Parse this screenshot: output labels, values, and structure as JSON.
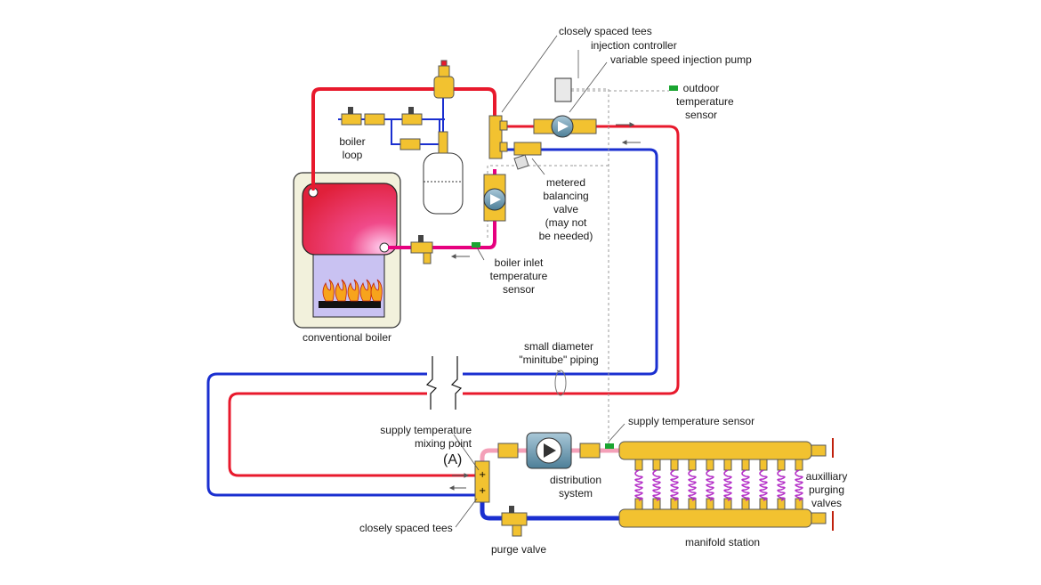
{
  "colors": {
    "hot_pipe": "#e8192c",
    "cold_pipe": "#1a2fd0",
    "mixed_pipe": "#e6007e",
    "mixed_light": "#f4a0b8",
    "brass": "#f2c230",
    "boiler_body": "#f2f1dc",
    "heat_exchanger": "#e0203a",
    "firebox": "#c9c2f2",
    "sensor": "#1aa531",
    "tubing": "#b532c8"
  },
  "labels": {
    "closely_spaced_tees_top": "closely spaced tees",
    "injection_controller": "injection controller",
    "variable_speed_pump": "variable speed injection pump",
    "outdoor_sensor": [
      "outdoor",
      "temperature",
      "sensor"
    ],
    "boiler_loop": [
      "boiler",
      "loop"
    ],
    "metered_valve": [
      "metered",
      "balancing",
      "valve",
      "(may not",
      "be needed)"
    ],
    "boiler_inlet_sensor": [
      "boiler inlet",
      "temperature",
      "sensor"
    ],
    "conventional_boiler": "conventional boiler",
    "minitube": [
      "small diameter",
      "\"minitube\" piping"
    ],
    "supply_sensor": "supply temperature sensor",
    "mixing_point": [
      "supply temperature",
      "mixing point"
    ],
    "point_a": "(A)",
    "distribution_system": [
      "distribution",
      "system"
    ],
    "auxiliary_valves": [
      "auxilliary",
      "purging",
      "valves"
    ],
    "closely_spaced_tees_bottom": "closely spaced tees",
    "purge_valve": "purge valve",
    "manifold_station": "manifold station"
  },
  "icons": [
    "boiler-icon",
    "flame-icon",
    "expansion-tank-icon",
    "air-separator-icon",
    "circulator-icon",
    "ball-valve-icon",
    "check-valve-icon",
    "balancing-valve-icon",
    "manifold-icon",
    "temperature-sensor-icon",
    "controller-icon"
  ]
}
